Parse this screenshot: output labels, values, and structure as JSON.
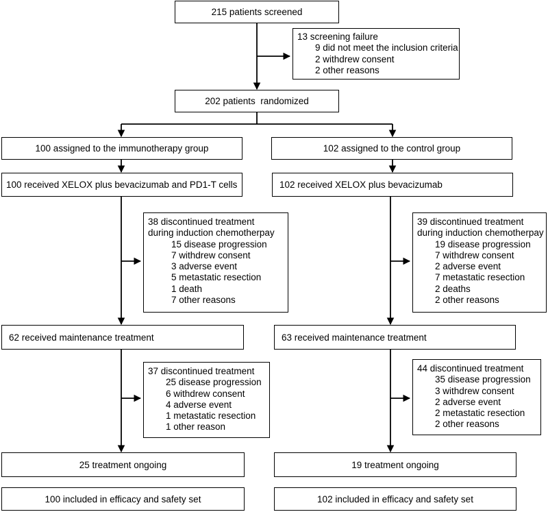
{
  "screened": "215 patients screened",
  "screening_failure": {
    "title": "13 screening failure",
    "items": [
      "9 did not meet the inclusion criteria",
      "2 withdrew consent",
      "2 other reasons"
    ]
  },
  "randomized": "202 patients  randomized",
  "immuno": {
    "assigned": "100 assigned to the immunotherapy group",
    "received": "100 received XELOX plus bevacizumab and PD1-T cells",
    "induction_discontinued": {
      "title_lines": [
        "38 discontinued treatment",
        "during induction chemotherpay"
      ],
      "items": [
        "15 disease progression",
        "7 withdrew consent",
        "3 adverse event",
        "5 metastatic resection",
        "1 death",
        "7 other reasons"
      ]
    },
    "maintenance": "62 received maintenance treatment",
    "maintenance_discontinued": {
      "title": "37 discontinued treatment",
      "items": [
        "25 disease progression",
        "6 withdrew consent",
        "4 adverse event",
        "1 metastatic resection",
        "1 other reason"
      ]
    },
    "ongoing": "25 treatment ongoing",
    "included": "100 included in efficacy and safety set"
  },
  "control": {
    "assigned": "102 assigned to the control group",
    "received": "102 received XELOX plus bevacizumab",
    "induction_discontinued": {
      "title_lines": [
        "39 discontinued treatment",
        "during induction chemotherpay"
      ],
      "items": [
        "19 disease progression",
        "7 withdrew consent",
        "2 adverse event",
        "7 metastatic resection",
        "2 deaths",
        "2 other reasons"
      ]
    },
    "maintenance": "63 received maintenance treatment",
    "maintenance_discontinued": {
      "title": "44 discontinued treatment",
      "items": [
        "35 disease progression",
        "3 withdrew consent",
        "2 adverse event",
        "2 metastatic resection",
        "2 other reasons"
      ]
    },
    "ongoing": "19 treatment ongoing",
    "included": "102 included in efficacy and safety set"
  }
}
